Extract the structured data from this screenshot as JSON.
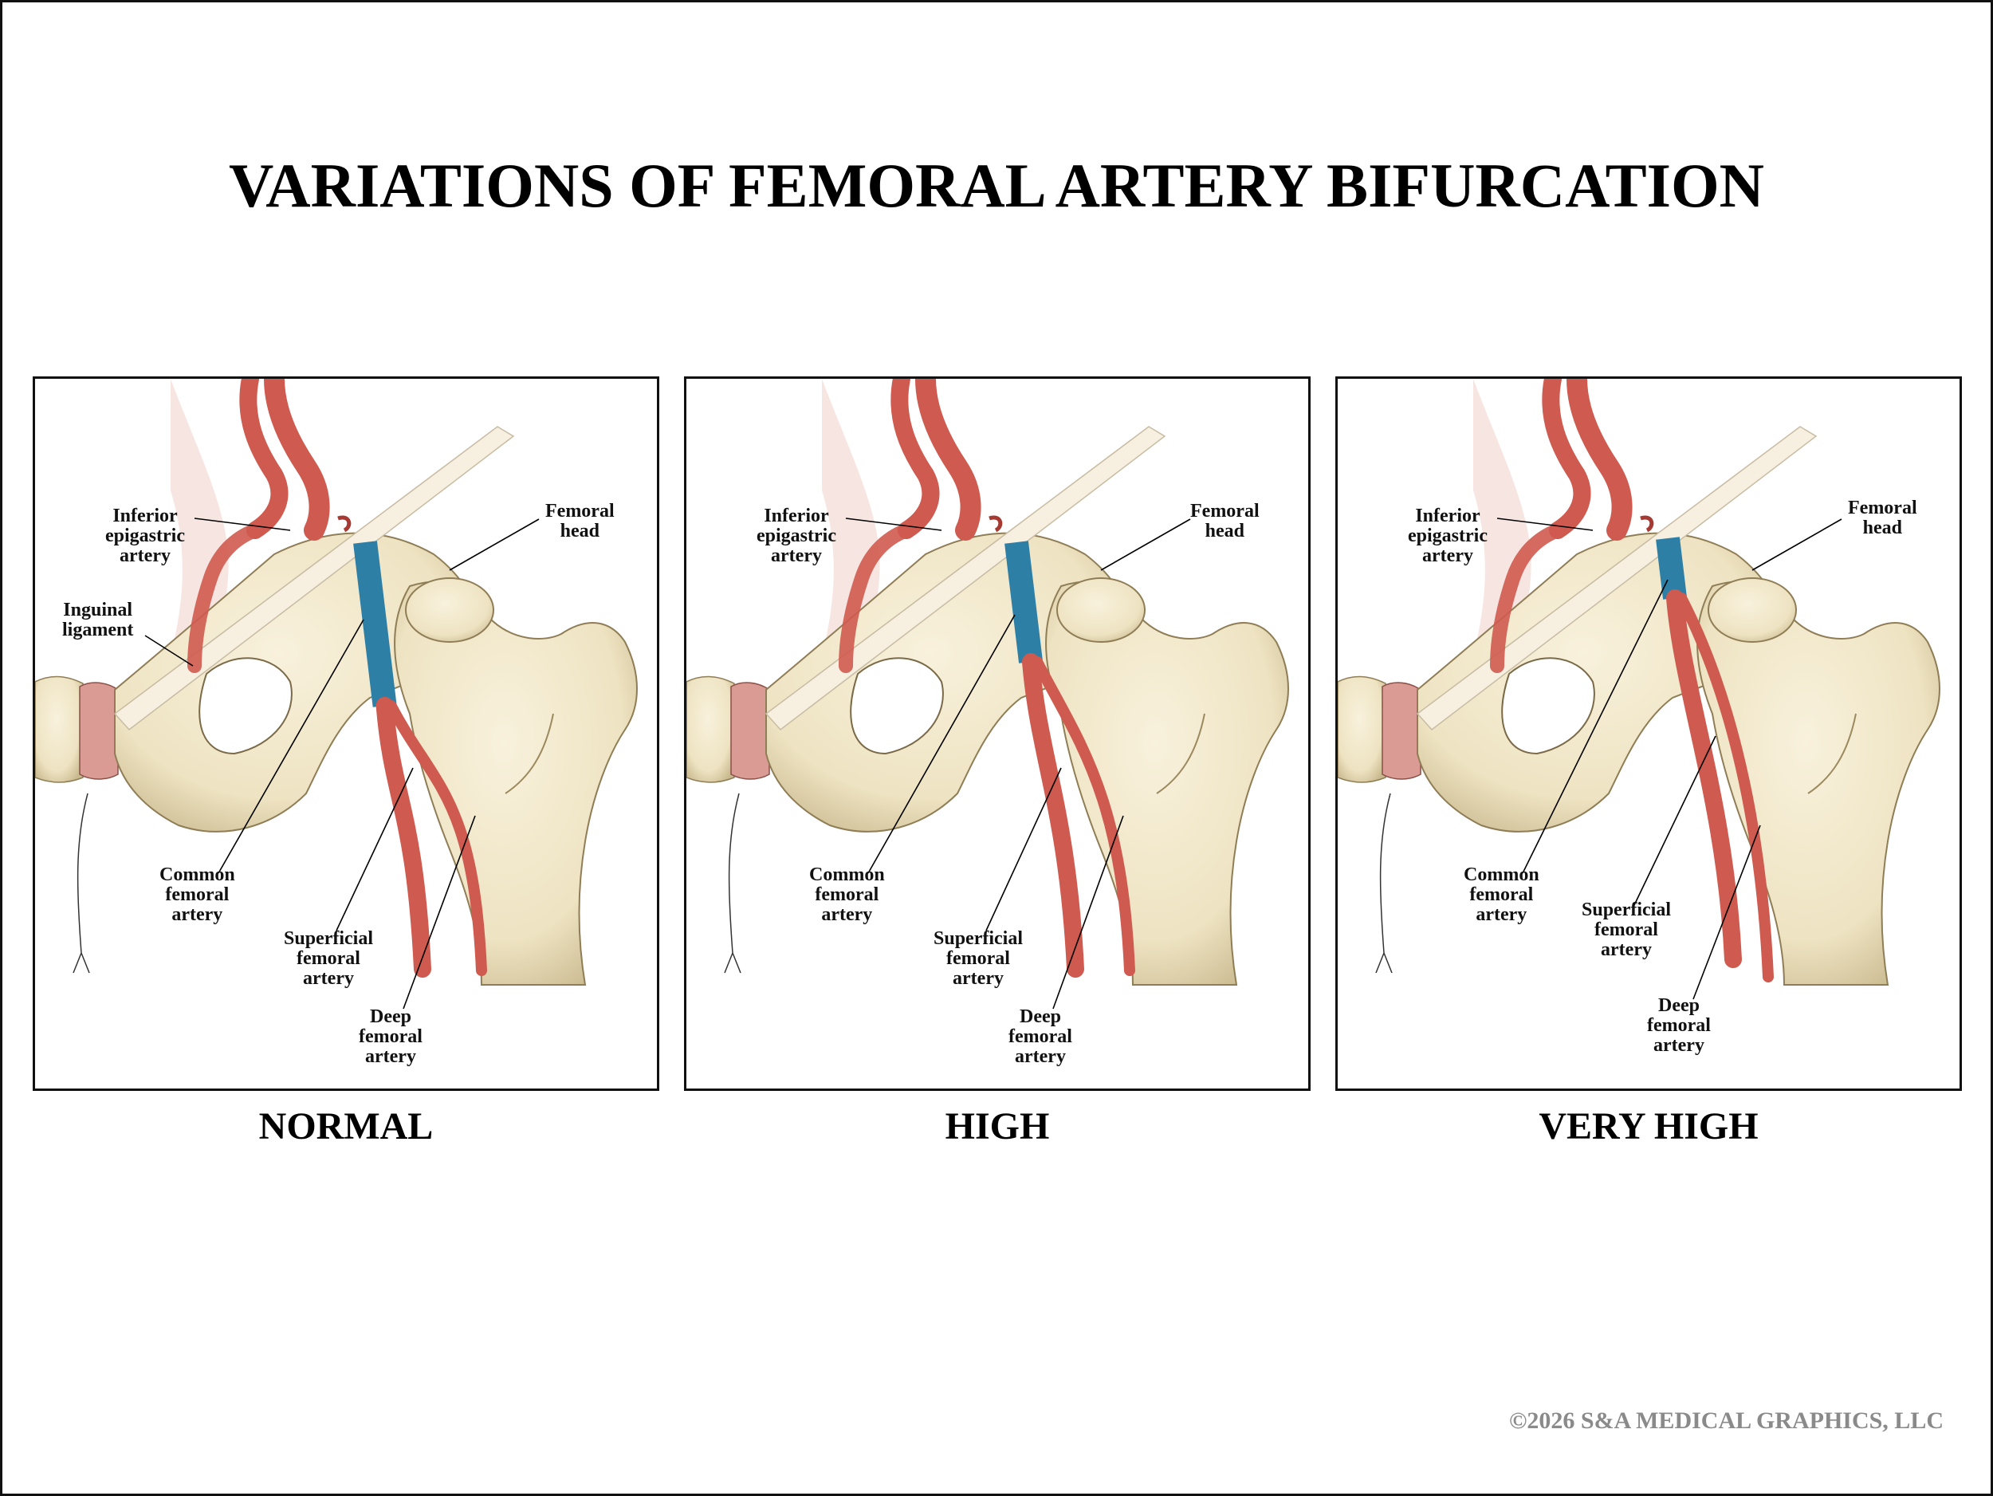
{
  "title": "VARIATIONS OF FEMORAL ARTERY BIFURCATION",
  "colors": {
    "artery": "#cf5a4f",
    "artery_dark": "#a63a33",
    "common_femoral_highlight": "#2e7fa6",
    "bone": "#eee3c2",
    "bone_shadow": "#c9b98e",
    "ligament": "#f7efe0",
    "disc": "#d99b93"
  },
  "panels": [
    {
      "caption": "NORMAL",
      "labels": {
        "inferior_epigastric": [
          "Inferior",
          "epigastric",
          "artery"
        ],
        "inguinal_ligament": [
          "Inguinal",
          "ligament"
        ],
        "femoral_head": [
          "Femoral",
          "head"
        ],
        "common_femoral": [
          "Common",
          "femoral",
          "artery"
        ],
        "superficial_femoral": [
          "Superficial",
          "femoral",
          "artery"
        ],
        "deep_femoral": [
          "Deep",
          "femoral",
          "artery"
        ]
      }
    },
    {
      "caption": "HIGH",
      "labels": {
        "inferior_epigastric": [
          "Inferior",
          "epigastric",
          "artery"
        ],
        "femoral_head": [
          "Femoral",
          "head"
        ],
        "common_femoral": [
          "Common",
          "femoral",
          "artery"
        ],
        "superficial_femoral": [
          "Superficial",
          "femoral",
          "artery"
        ],
        "deep_femoral": [
          "Deep",
          "femoral",
          "artery"
        ]
      }
    },
    {
      "caption": "VERY HIGH",
      "labels": {
        "inferior_epigastric": [
          "Inferior",
          "epigastric",
          "artery"
        ],
        "femoral_head": [
          "Femoral",
          "head"
        ],
        "common_femoral": [
          "Common",
          "femoral",
          "artery"
        ],
        "superficial_femoral": [
          "Superficial",
          "femoral",
          "artery"
        ],
        "deep_femoral": [
          "Deep",
          "femoral",
          "artery"
        ]
      }
    }
  ],
  "copyright": "©2026 S&A MEDICAL GRAPHICS, LLC"
}
